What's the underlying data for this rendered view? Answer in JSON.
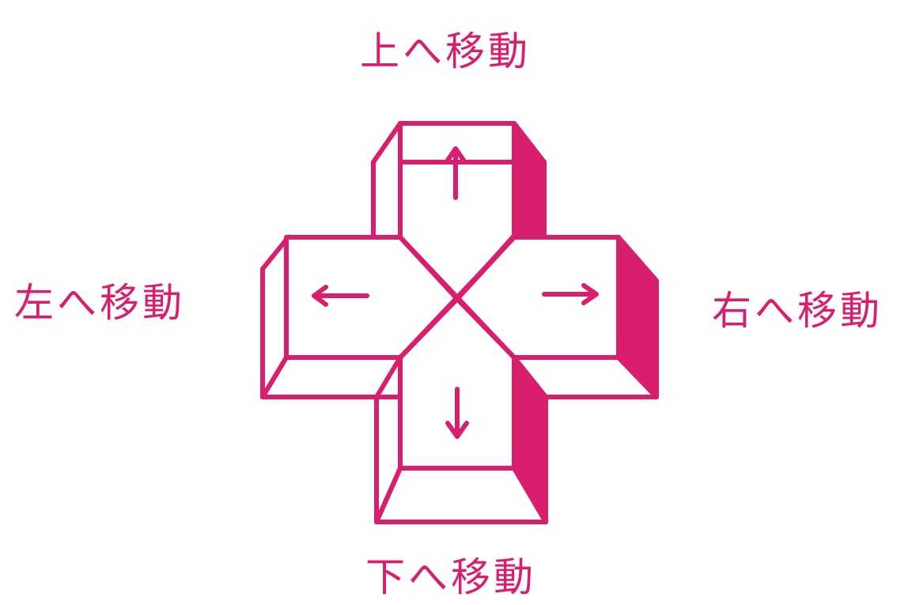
{
  "labels": {
    "up": "上へ移動",
    "down": "下へ移動",
    "left": "左へ移動",
    "right": "右へ移動"
  },
  "arrows": {
    "up": "↑",
    "down": "↓",
    "left": "←",
    "right": "→"
  },
  "colors": {
    "ink": "#d81e6d",
    "background": "#ffffff"
  }
}
